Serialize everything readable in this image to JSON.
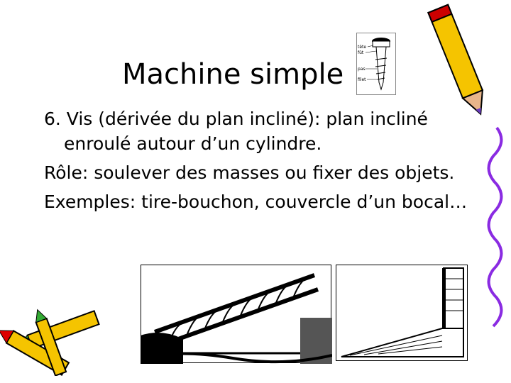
{
  "slide": {
    "title": "Machine simple",
    "bullets": [
      "6. Vis (dérivée du plan incliné): plan incliné enroulé autour d’un cylindre.",
      "Rôle: soulever des masses ou fixer des objets.",
      "Exemples: tire-bouchon, couvercle d’un bocal…"
    ],
    "screw_labels": [
      "tête",
      "fût",
      "pas",
      "filet"
    ]
  }
}
